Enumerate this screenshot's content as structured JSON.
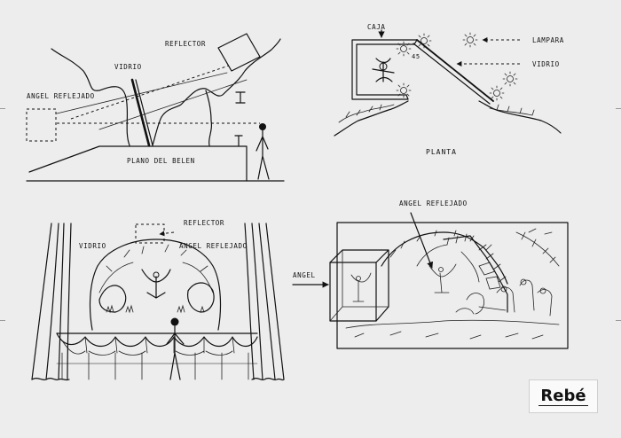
{
  "panel_elevation": {
    "reflector": "REFLECTOR",
    "glass": "VIDRIO",
    "reflected_angel": "ANGEL REFLEJADO",
    "stage_plane": "PLANO DEL BELEN"
  },
  "panel_plan": {
    "box": "CAJA",
    "lamp": "LAMPARA",
    "glass": "VIDRIO",
    "angle": "45",
    "caption": "PLANTA"
  },
  "panel_stage": {
    "reflector": "REFLECTOR",
    "glass": "VIDRIO",
    "reflected_angel": "ANGEL REFLEJADO"
  },
  "panel_scene": {
    "reflected_angel": "ANGEL REFLEJADO",
    "angel": "ANGEL"
  },
  "signature": "Rebé"
}
